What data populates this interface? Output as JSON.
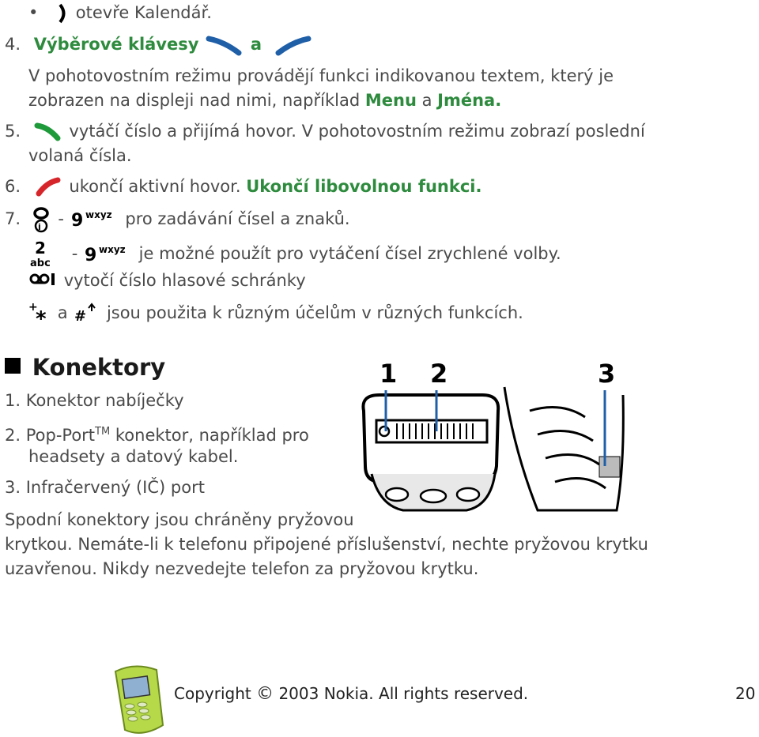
{
  "items": {
    "bullet_calendar": {
      "bullet": "•",
      "text": "otevře Kalendář."
    },
    "item4": {
      "num": "4.",
      "title": "Výběrové klávesy",
      "conj": "a",
      "desc1": "V pohotovostním režimu provádějí funkci indikovanou textem, který je",
      "desc2_pre": "zobrazen na displeji nad nimi, například",
      "menu": "Menu",
      "and": "a",
      "names": "Jména."
    },
    "item5": {
      "num": "5.",
      "text": "vytáčí číslo a přijímá hovor. V pohotovostním režimu zobrazí poslední",
      "text2": "volaná čísla."
    },
    "item6": {
      "num": "6.",
      "text": "ukončí aktivní hovor.",
      "bold": "Ukončí libovolnou funkci."
    },
    "item7": {
      "num": "7.",
      "dash": "-",
      "text": "pro zadávání čísel a znaků.",
      "dash2": "-",
      "text2": "je možné použít pro vytáčení čísel zrychlené volby.",
      "voicemail": "vytočí číslo hlasové schránky",
      "conj": "a",
      "keys_text": "jsou použita k různým účelům v různých funkcích."
    }
  },
  "section": {
    "title": "Konektory",
    "list": [
      {
        "num": "1.",
        "text": "Konektor nabíječky"
      },
      {
        "num": "2.",
        "text_pre": "Pop-Port",
        "sup": "TM",
        "text_post": " konektor, například pro",
        "text2": "headsety a datový kabel."
      },
      {
        "num": "3.",
        "text": "Infračervený (IČ) port"
      }
    ],
    "para1": "Spodní konektory jsou chráněny pryžovou",
    "para2": "krytkou. Nemáte-li k telefonu připojené příslušenství, nechte pryžovou krytku",
    "para3": "uzavřenou. Nikdy nezvedejte telefon za pryžovou krytku.",
    "callouts": [
      "1",
      "2",
      "3"
    ]
  },
  "key_labels": {
    "zero_symbol": "0",
    "nine": "9",
    "nine_letters": "wxyz",
    "two": "2",
    "two_letters": "abc",
    "star_plus": "+",
    "star": "*",
    "hash": "#",
    "voicemail_glyph": "ꝏ1"
  },
  "footer": {
    "copyright": "Copyright",
    "copy_symbol": "©",
    "rest": "2003 Nokia. All rights reserved.",
    "page": "20"
  },
  "colors": {
    "green": "#2e8b3e",
    "call_green": "#1e9a3a",
    "end_red": "#d7262b",
    "softkey_blue": "#1f5fa8"
  }
}
